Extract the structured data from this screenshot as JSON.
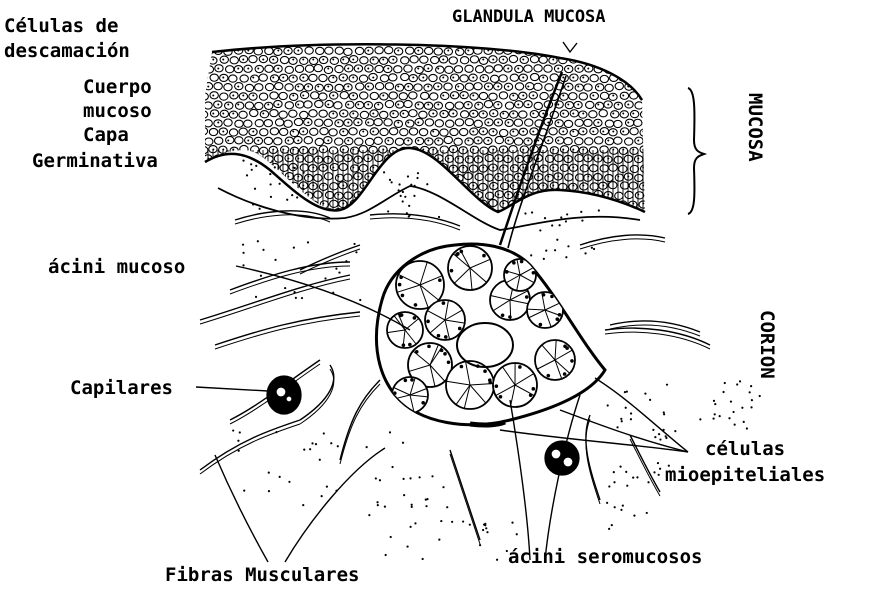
{
  "labels": {
    "glandula_mucosa": "GLANDULA MUCOSA",
    "celulas_descamacion_1": "Células de",
    "celulas_descamacion_2": "descamación",
    "cuerpo_mucoso_1": "Cuerpo",
    "cuerpo_mucoso_2": "mucoso",
    "capa_germinativa_1": "Capa",
    "capa_germinativa_2": "Germinativa",
    "mucosa": "MUCOSA",
    "acini_mucoso": "ácini mucoso",
    "corion": "CORION",
    "capilares": "Capilares",
    "celulas_mioepiteliales_1": "células",
    "celulas_mioepiteliales_2": "mioepiteliales",
    "acini_seromucosos": "ácini seromucosos",
    "fibras_musculares": "Fibras Musculares"
  },
  "colors": {
    "ink": "#000000",
    "paper": "#ffffff"
  }
}
